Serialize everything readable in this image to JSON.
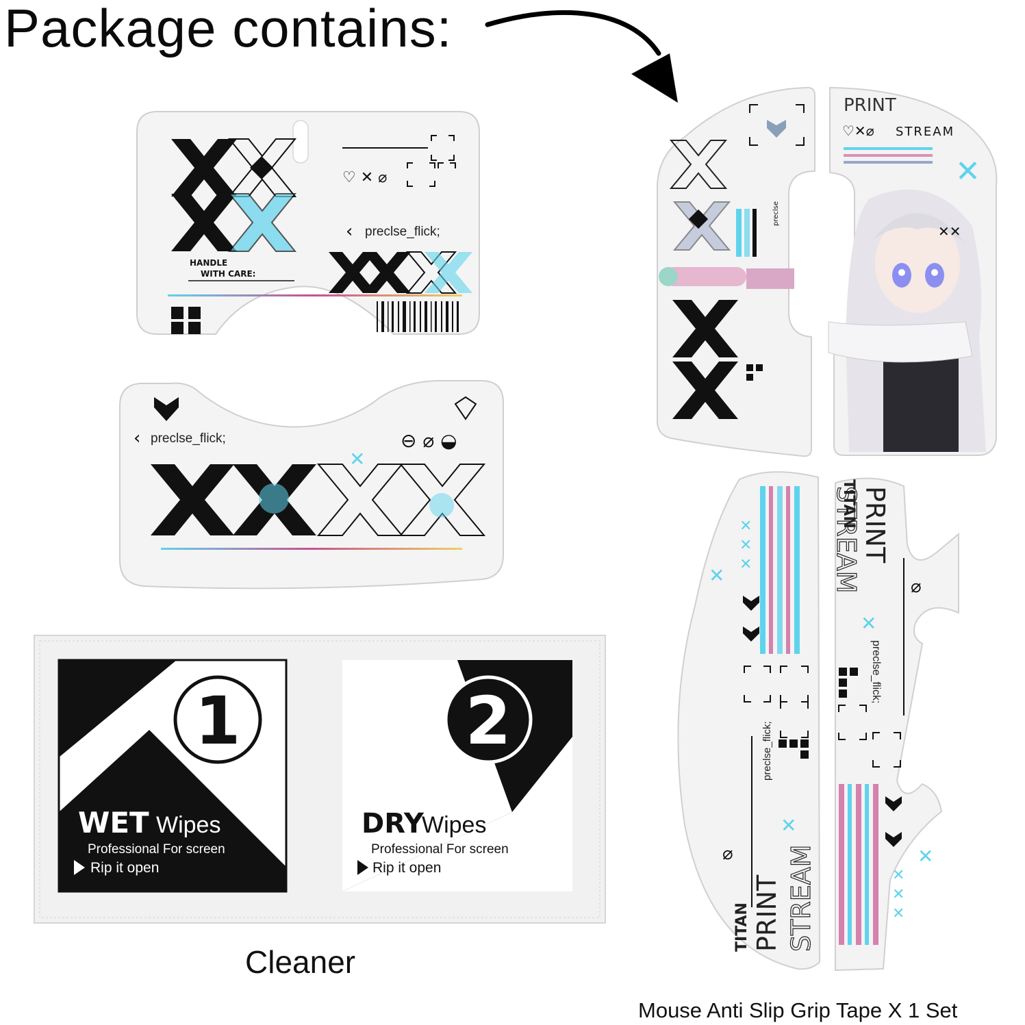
{
  "headline": "Package contains:",
  "captions": {
    "cleaner": "Cleaner",
    "grip_set": "Mouse Anti Slip Grip Tape X 1 Set"
  },
  "sticker_top_left": {
    "tagline": "preclse_flick;",
    "care_line1": "HANDLE",
    "care_line2": "WITH CARE:"
  },
  "sticker_middle_left": {
    "tagline": "preclse_flick;"
  },
  "sticker_top_right": {
    "brand_left": "PRINT",
    "brand_right": "STREAM",
    "micro": "preclse"
  },
  "sticker_bottom_right": {
    "brand_word1": "PRINT",
    "brand_word2": "STREAM",
    "maker": "TITAN",
    "tagline": "preclse_flick;"
  },
  "wipes": [
    {
      "number": "1",
      "type_bold": "WET",
      "type_light": "Wipes",
      "subtitle": "Professional For screen",
      "action": "Rip it open"
    },
    {
      "number": "2",
      "type_bold": "DRY",
      "type_light": "Wipes",
      "subtitle": "Professional For screen",
      "action": "Rip it open"
    }
  ],
  "colors": {
    "accent_cyan": "#5fd3ec",
    "accent_magenta": "#c8508f",
    "ink": "#111111",
    "sticker_bg": "#f4f4f4"
  }
}
